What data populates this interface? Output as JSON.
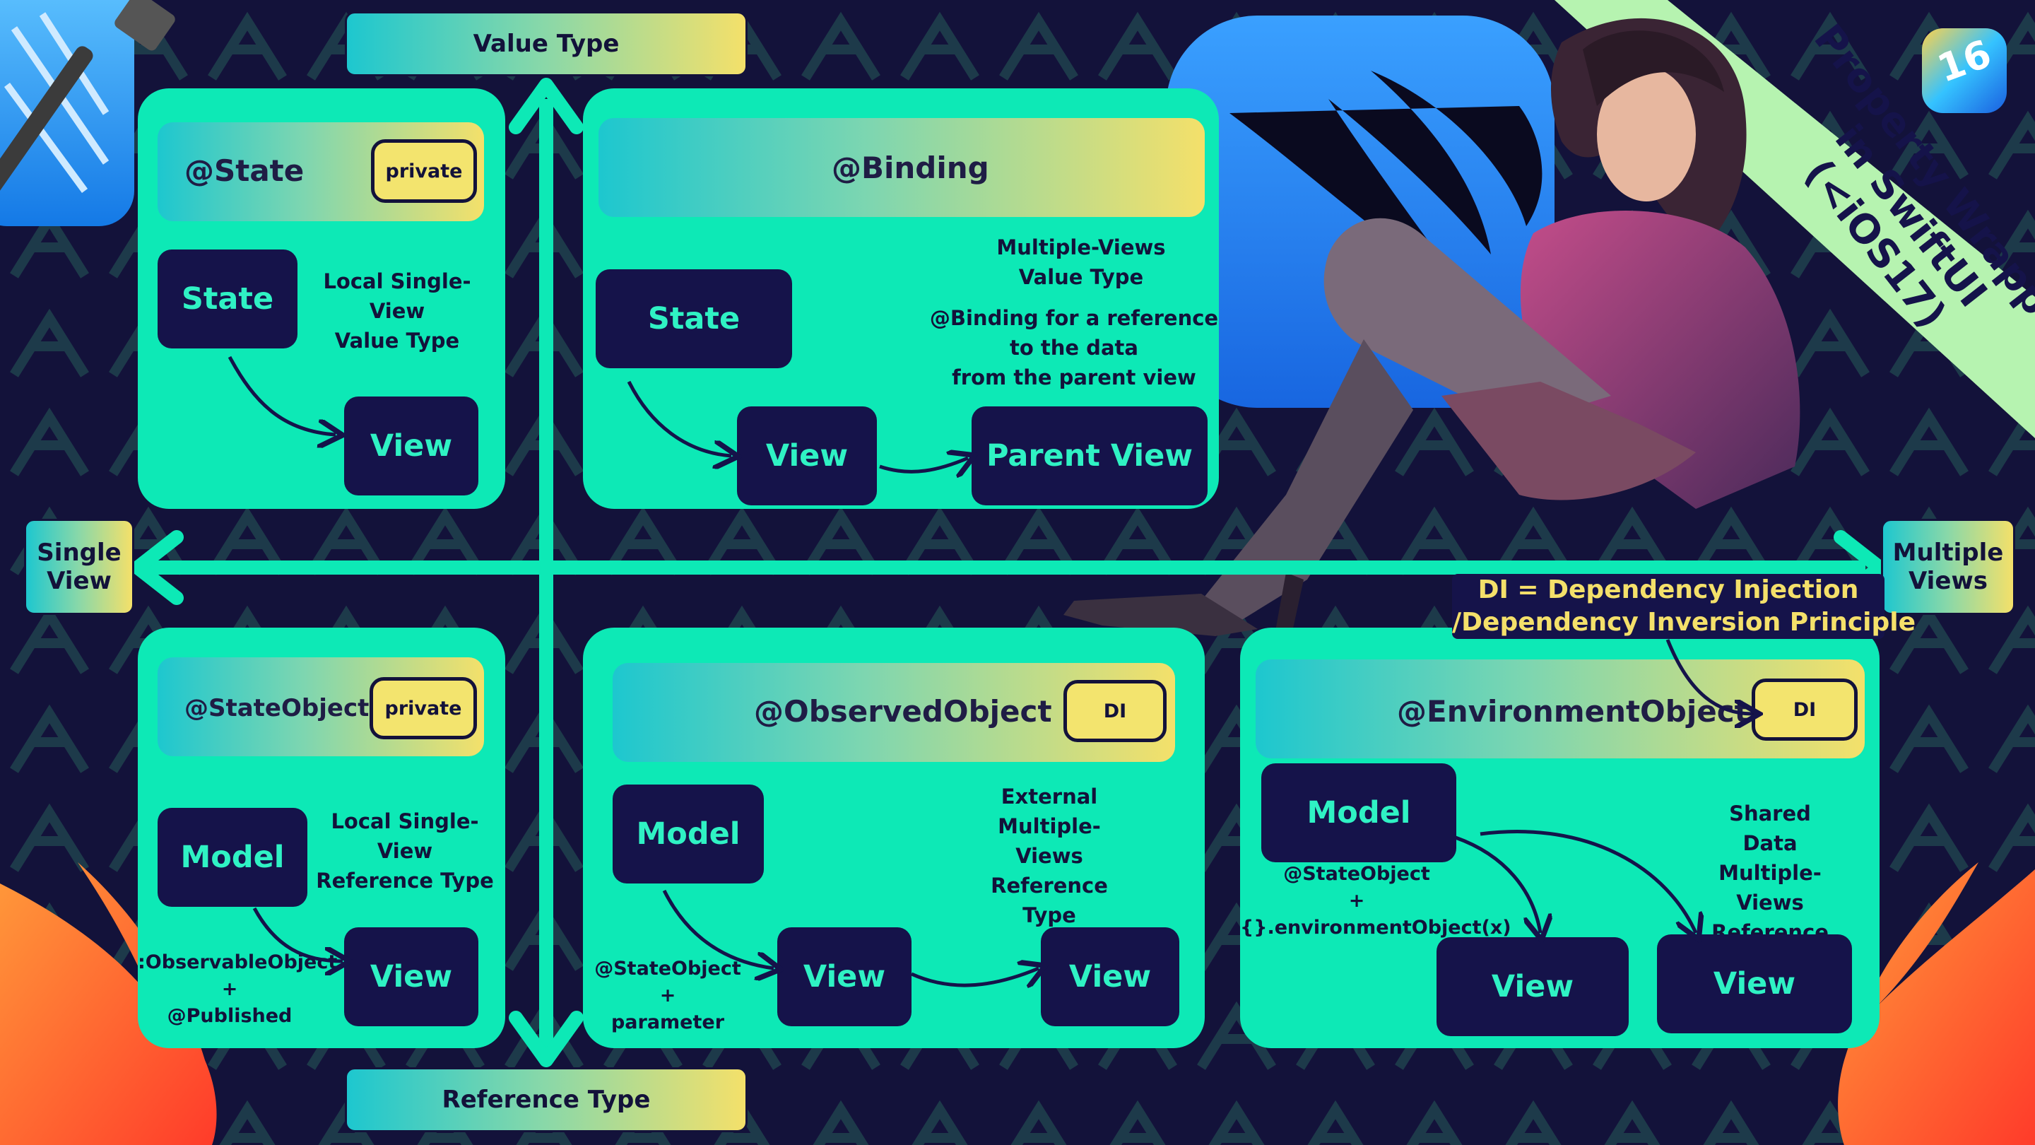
{
  "ribbon": {
    "line1": "Property Wrapper",
    "line2": "in SwiftUI",
    "line3": "(<iOS17)",
    "ios_badge": "16"
  },
  "axes": {
    "top": "Value Type",
    "bottom": "Reference Type",
    "left": "Single\nView",
    "right": "Multiple\nViews"
  },
  "di_note": {
    "line1": "DI = Dependency Injection",
    "line2": "/Dependency Inversion Principle"
  },
  "panels": {
    "state": {
      "title": "@State",
      "badge": "private",
      "source": "State",
      "target": "View",
      "note": "Local Single-View\nValue Type"
    },
    "binding": {
      "title": "@Binding",
      "source": "State",
      "middle": "View",
      "target": "Parent View",
      "note1": "Multiple-Views\nValue Type",
      "note2": "@Binding for a reference\nto the data\nfrom the parent view"
    },
    "state_object": {
      "title": "@StateObject",
      "badge": "private",
      "source": "Model",
      "target": "View",
      "note": "Local Single-View\nReference Type",
      "arrow_label": ":ObservableObject\n+\n@Published"
    },
    "observed_object": {
      "title": "@ObservedObject",
      "badge": "DI",
      "source": "Model",
      "middle": "View",
      "target": "View",
      "note": "External\nMultiple-Views\nReference Type",
      "arrow_label": "@StateObject\n+\nparameter"
    },
    "environment_object": {
      "title": "@EnvironmentObject",
      "badge": "DI",
      "source": "Model",
      "target1": "View",
      "target2": "View",
      "note": "Shared Data\nMultiple-Views\nReference Type",
      "arrow_label": "@StateObject\n+\n{}.environmentObject(x)"
    }
  },
  "colors": {
    "background": "#13123a",
    "panel": "#0de9b6",
    "node": "#15134a",
    "node_text": "#2ff2c4",
    "gradient_start": "#1dc7cf",
    "gradient_end": "#f4e06a",
    "swift_orange": "#ff6a2b"
  },
  "icons": [
    "xcode-icon",
    "swiftui-logo-icon",
    "swift-bird-icon",
    "ios-16-badge-icon",
    "illustration-woman"
  ]
}
